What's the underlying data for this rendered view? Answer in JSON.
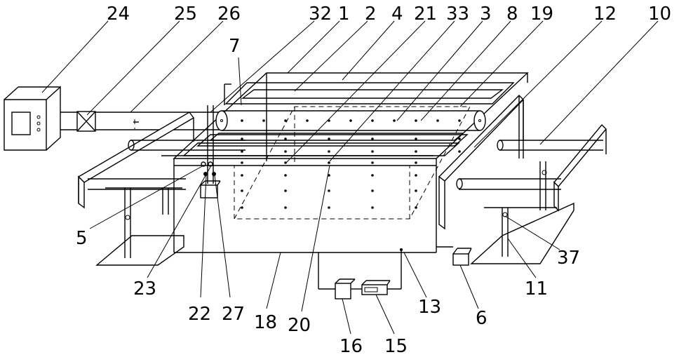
{
  "figure": {
    "labels": {
      "l1": "1",
      "l2": "2",
      "l3": "3",
      "l4": "4",
      "l5": "5",
      "l6": "6",
      "l7": "7",
      "l8": "8",
      "l10": "10",
      "l11": "11",
      "l12": "12",
      "l13": "13",
      "l15": "15",
      "l16": "16",
      "l18": "18",
      "l19": "19",
      "l20": "20",
      "l21": "21",
      "l22": "22",
      "l23": "23",
      "l24": "24",
      "l25": "25",
      "l26": "26",
      "l27": "27",
      "l32": "32",
      "l33": "33",
      "l37": "37"
    },
    "colors": {
      "line": "#000000",
      "background": "#ffffff"
    }
  }
}
